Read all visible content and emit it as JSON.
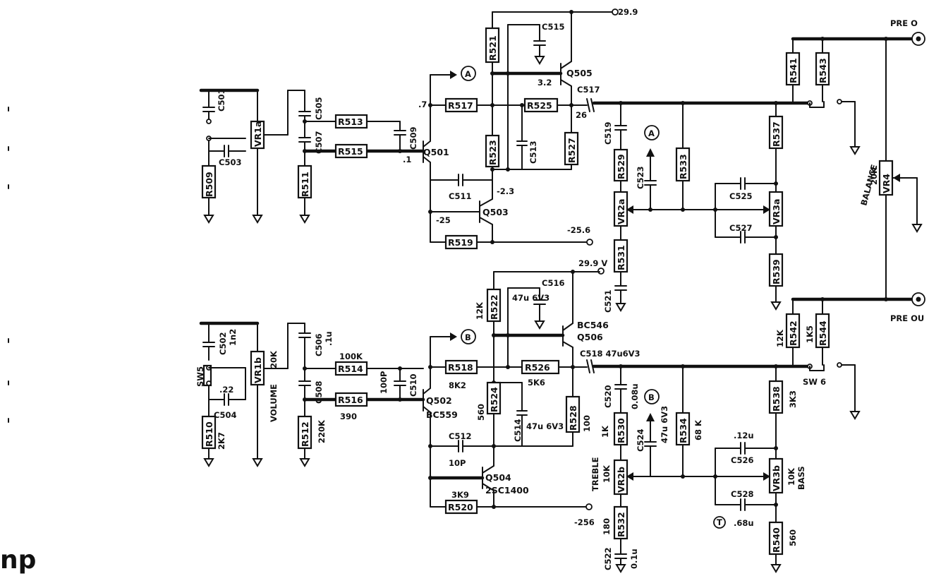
{
  "fragment": {
    "text": "np"
  },
  "supply": {
    "top": "29.9",
    "mid": "29.9 V",
    "neg_top": "-25.6",
    "neg_bot": "-256"
  },
  "outputs": {
    "pre_out_top": "PRE O",
    "pre_out_bot": "PRE OU"
  },
  "markers": {
    "a": "A",
    "b": "B",
    "t": "T"
  },
  "switches": {
    "sw5": "SW5",
    "sw6": "SW 6"
  },
  "controls": {
    "volume": "VOLUME",
    "volume_val": "20K",
    "balance": "BALANCE",
    "balance_val": "20K",
    "treble": "TREBLE",
    "treble_val": "10K",
    "bass": "BASS",
    "bass_val": "10K"
  },
  "resistors": {
    "r509": "R509",
    "r510": "R510",
    "r511": "R511",
    "r512": "R512",
    "r513": "R513",
    "r514": "R514",
    "r515": "R515",
    "r516": "R516",
    "r517": "R517",
    "r518": "R518",
    "r519": "R519",
    "r520": "R520",
    "r521": "R521",
    "r522": "R522",
    "r523": "R523",
    "r524": "R524",
    "r525": "R525",
    "r526": "R526",
    "r527": "R527",
    "r528": "R528",
    "r529": "R529",
    "r530": "R530",
    "r531": "R531",
    "r532": "R532",
    "r533": "R533",
    "r534": "R534",
    "r537": "R537",
    "r538": "R538",
    "r539": "R539",
    "r540": "R540",
    "r541": "R541",
    "r542": "R542",
    "r543": "R543",
    "r544": "R544"
  },
  "pots": {
    "vr1a": "VR1a",
    "vr1b": "VR1b",
    "vr2a": "VR2a",
    "vr2b": "VR2b",
    "vr3a": "VR3a",
    "vr3b": "VR3b",
    "vr4": "VR4"
  },
  "capacitors": {
    "c501": "C501",
    "c502": "C502",
    "c503": "C503",
    "c504": "C504",
    "c505": "C505",
    "c506": "C506",
    "c507": "C507",
    "c508": "C508",
    "c509": "C509",
    "c510": "C510",
    "c511": "C511",
    "c512": "C512",
    "c513": "C513",
    "c514": "C514",
    "c515": "C515",
    "c516": "C516",
    "c517": "C517",
    "c518": "C518 47u6V3",
    "c519": "C519",
    "c520": "C520",
    "c521": "C521",
    "c522": "C522",
    "c523": "C523",
    "c524": "C524",
    "c525": "C525",
    "c526": "C526",
    "c527": "C527",
    "c528": "C528"
  },
  "transistors": {
    "q501": "Q501",
    "q502": "Q502",
    "q502_type": "BC559",
    "q503": "Q503",
    "q504": "Q504",
    "q504_type": "2SC1400",
    "q505": "Q505",
    "q506": "Q506",
    "q506_type": "BC546"
  },
  "values": {
    "c502_val": "1n2",
    "c504_val": ".22",
    "r510_val": "2K7",
    "c506_val": ".1u",
    "r514_val": "100K",
    "r516_val": "390",
    "r512_val": "220K",
    "c510_val": "100P",
    "r518_val": "8K2",
    "r524_val": "560",
    "c514_val": "47u 6V3",
    "c512_val": "10P",
    "r526_val": "5K6",
    "r528_val": "100",
    "r522_val": "12K",
    "c516_val": "47u 6V3",
    "r520_val": "3K9",
    "c520_val": "0.08u",
    "r530_val": "1K",
    "c524_val": "47u 6V3",
    "r534_val": "68 K",
    "r532_val": "180",
    "c522_val": "0.1u",
    "r538_val": "3K3",
    "c526_val": ".12u",
    "c528_val": ".68u",
    "r540_val": "560",
    "r542_val": "12K",
    "r544_val": "1K5"
  },
  "voltages": {
    "v_q501_c": ".7",
    "v_q501_b": ".1",
    "v_q503_e": "-25",
    "v_q503_c": "-2.3",
    "v_q505_b": "3.2",
    "v_out": "26"
  }
}
